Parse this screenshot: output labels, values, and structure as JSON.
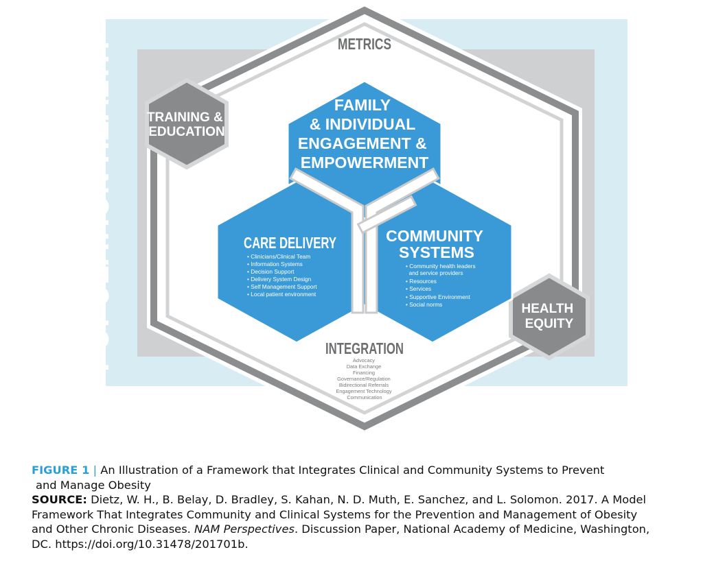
{
  "diagram": {
    "side_label": "POPULATION HEALTH",
    "metrics": "METRICS",
    "training": [
      "TRAINING &",
      "EDUCATION"
    ],
    "health_equity": [
      "HEALTH",
      "EQUITY"
    ],
    "family": [
      "FAMILY",
      "& INDIVIDUAL",
      "ENGAGEMENT &",
      "EMPOWERMENT"
    ],
    "care": {
      "title": "CARE DELIVERY",
      "items": [
        "• Clinicians/Clinical Team",
        "• Information Systems",
        "• Decision Support",
        "• Delivery System Design",
        "• Self Management Support",
        "• Local patient environment"
      ]
    },
    "community": {
      "title": [
        "COMMUNITY",
        "SYSTEMS"
      ],
      "items": [
        "• Community health leaders",
        "  and service providers",
        "• Resources",
        "• Services",
        "• Supportive Environment",
        "• Social norms"
      ]
    },
    "integration": {
      "title": "INTEGRATION",
      "items": [
        "Advocacy",
        "Data Exchange",
        "Financing",
        "Governance/Regulation",
        "Bidirectional Referrals",
        "Engagement Technology",
        "Communication"
      ]
    },
    "colors": {
      "blue": "#3a9ad8",
      "light_blue": "#d8ecf4",
      "gray_box": "#cfd0d2",
      "hex_gray": "#898a8c",
      "text_gray": "#6d6e70"
    }
  },
  "caption": {
    "figure_label": "FIGURE 1",
    "separator": "|",
    "figure_title_1": "An Illustration of a Framework that Integrates Clinical and Community Systems to Prevent",
    "figure_title_2": "and Manage Obesity",
    "source_label": "SOURCE:",
    "source_1": "Dietz, W. H., B. Belay, D. Bradley, S. Kahan, N. D. Muth, E. Sanchez, and L. Solomon. 2017. A Model",
    "source_2": "Framework That Integrates Community and Clinical Systems for the Prevention and Management of Obesity",
    "source_3a": "and Other Chronic Diseases.",
    "journal": "NAM Perspectives",
    "source_3b": ". Discussion Paper, National Academy of Medicine, Washington,",
    "source_4": "DC. https://doi.org/10.31478/201701b."
  }
}
